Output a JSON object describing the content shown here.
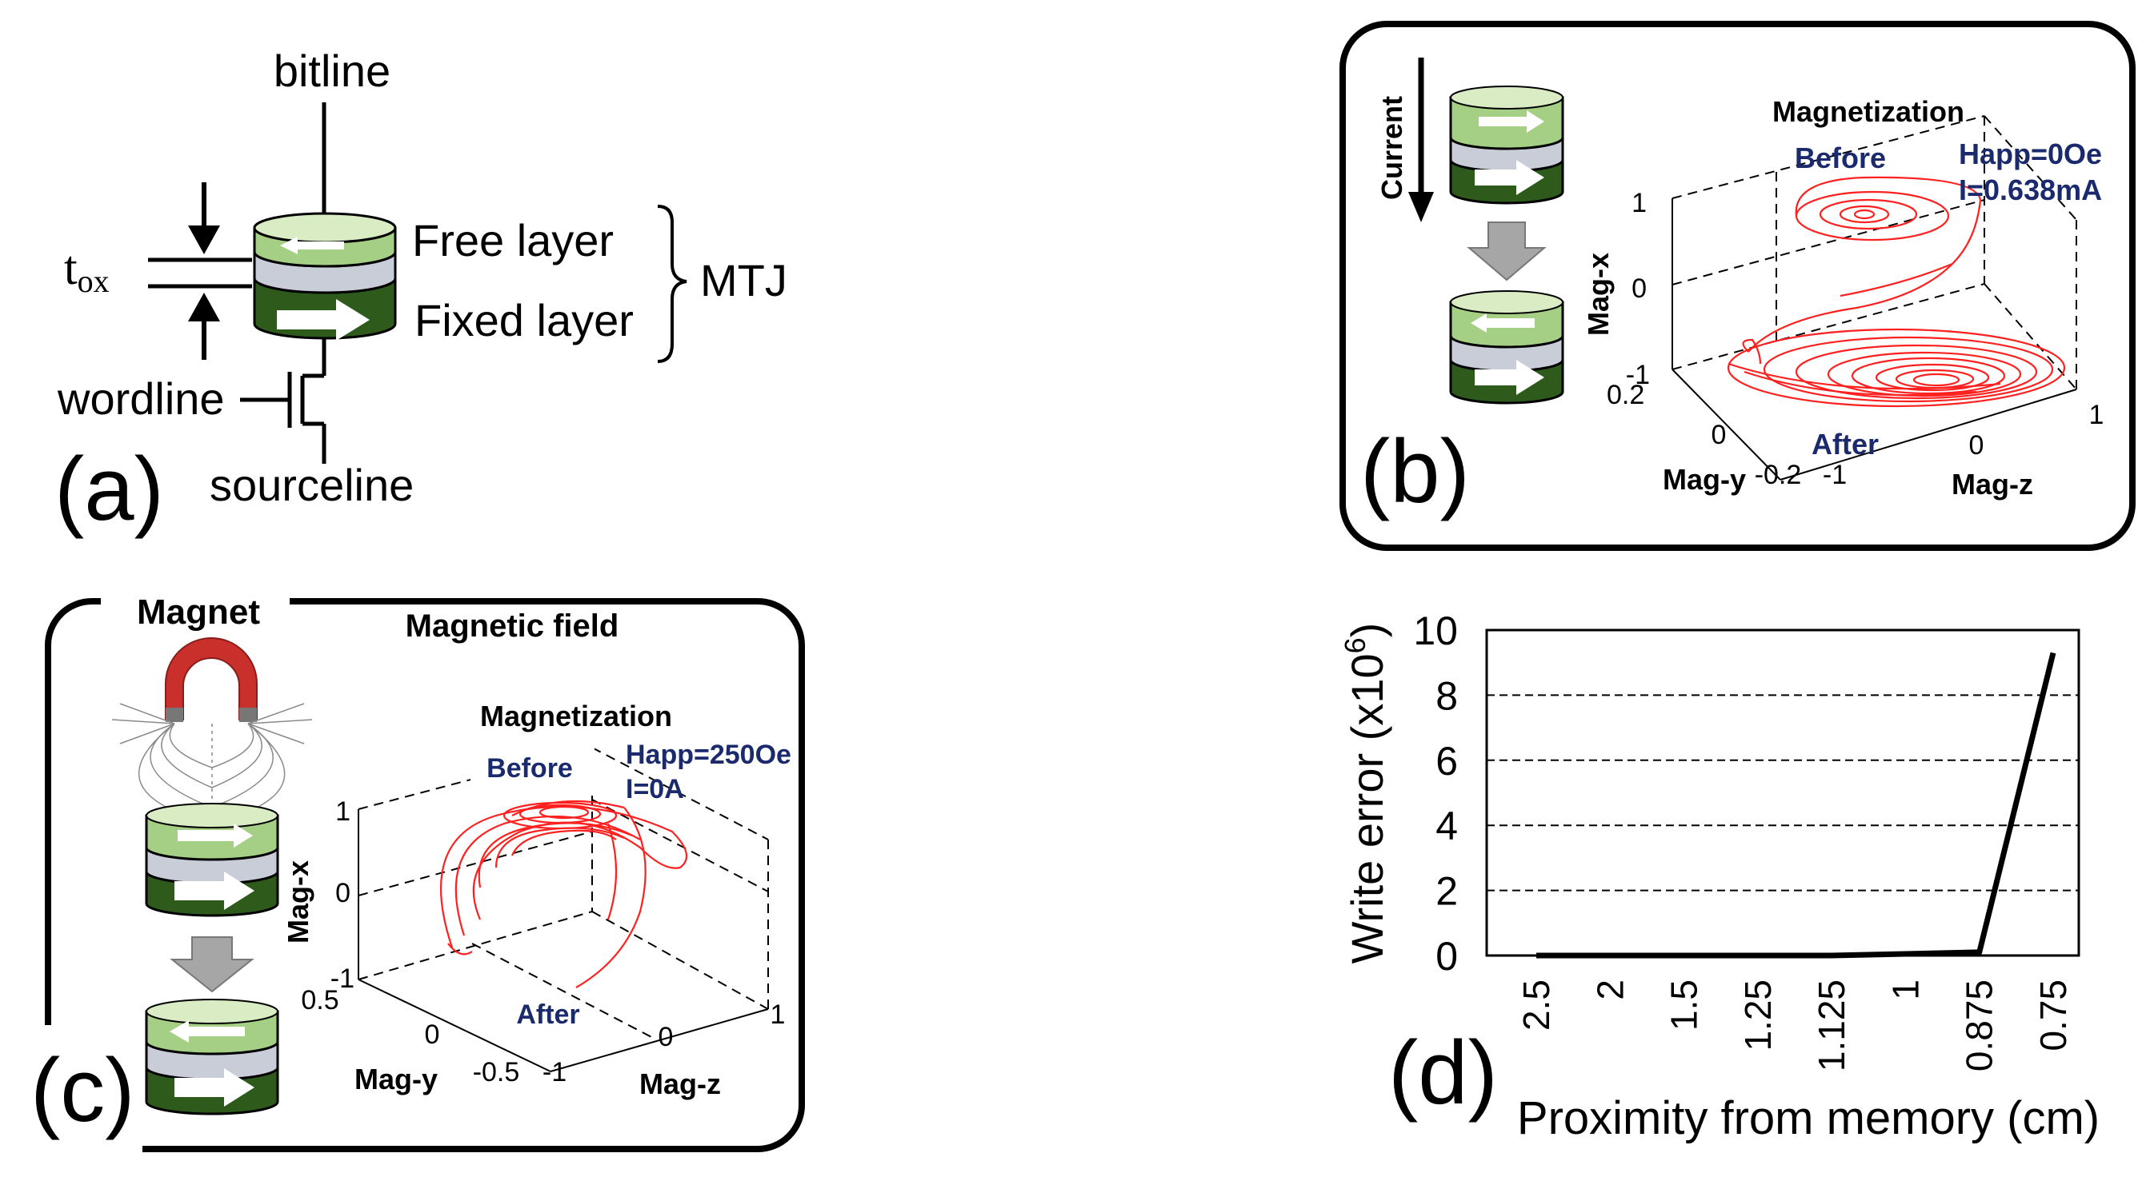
{
  "panel_a": {
    "label": "(a)",
    "bitline": "bitline",
    "free_layer": "Free layer",
    "fixed_layer": "Fixed layer",
    "mtj": "MTJ",
    "tox_main": "t",
    "tox_sub": "ox",
    "wordline": "wordline",
    "sourceline": "sourceline"
  },
  "panel_b": {
    "label": "(b)",
    "current": "Current",
    "title": "Magnetization",
    "before": "Before",
    "after": "After",
    "happ": "Happ=0Oe",
    "current_val": "I=0.638mA",
    "xlabel": "Mag-y",
    "ylabel": "Mag-z",
    "zlabel": "Mag-x",
    "z_ticks": [
      "1",
      "0",
      "-1"
    ],
    "y_ticks": [
      "0.2",
      "0",
      "-0.2"
    ],
    "x_ticks": [
      "-1",
      "0",
      "1"
    ]
  },
  "panel_c": {
    "label": "(c)",
    "magnet": "Magnet",
    "field_title": "Magnetic field",
    "title": "Magnetization",
    "before": "Before",
    "after": "After",
    "happ": "Happ=250Oe",
    "current_val": "I=0A",
    "xlabel": "Mag-y",
    "ylabel": "Mag-z",
    "zlabel": "Mag-x",
    "z_ticks": [
      "1",
      "0",
      "-1"
    ],
    "y_ticks": [
      "0.5",
      "0",
      "-0.5"
    ],
    "x_ticks": [
      "-1",
      "0",
      "1"
    ]
  },
  "panel_d": {
    "label": "(d)",
    "colors": {
      "line": "#000000",
      "grid": "#000000"
    }
  },
  "chart_data": {
    "type": "line",
    "xlabel": "Proximity from memory (cm)",
    "ylabel_main": "Write error (x10",
    "ylabel_sup": "6",
    "ylabel_end": ")",
    "categories": [
      "2.5",
      "2",
      "1.5",
      "1.25",
      "1.125",
      "1",
      "0.875",
      "0.75"
    ],
    "values": [
      0,
      0,
      0,
      0,
      0,
      0.05,
      0.1,
      9.3
    ],
    "yticks": [
      "0",
      "2",
      "4",
      "6",
      "8",
      "10"
    ],
    "ylim": [
      0,
      10
    ],
    "grid": "dashed horizontal"
  }
}
